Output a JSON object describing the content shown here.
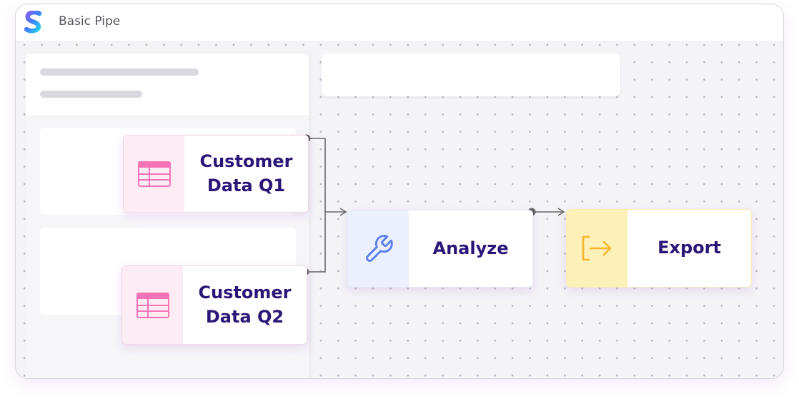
{
  "app": {
    "title": "Basic Pipe",
    "logo_icon": "s-logo-icon"
  },
  "pipeline": {
    "nodes": [
      {
        "id": "q1",
        "label": "Customer Data Q1",
        "icon": "table-icon",
        "color": "#f472b6"
      },
      {
        "id": "q2",
        "label": "Customer Data Q2",
        "icon": "table-icon",
        "color": "#f472b6"
      },
      {
        "id": "analyze",
        "label": "Analyze",
        "icon": "wrench-icon",
        "color": "#5b7ff0"
      },
      {
        "id": "export",
        "label": "Export",
        "icon": "export-icon",
        "color": "#f5b529"
      }
    ],
    "edges": [
      {
        "from": "q1",
        "to": "analyze"
      },
      {
        "from": "q2",
        "to": "analyze"
      },
      {
        "from": "analyze",
        "to": "export"
      }
    ]
  },
  "colors": {
    "node_text": "#2b1577",
    "connector": "#666666"
  }
}
